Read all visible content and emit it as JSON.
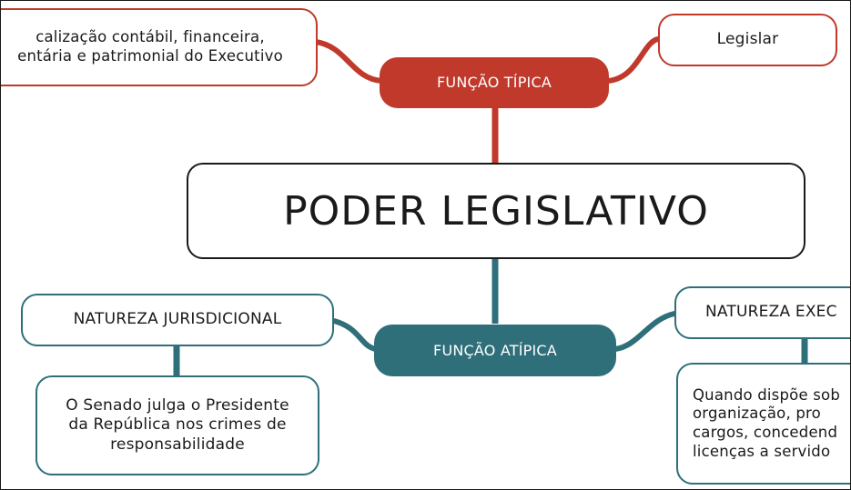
{
  "colors": {
    "tipica": "#c0392b",
    "atipica": "#2f6f7a",
    "center_border": "#1a1a1a"
  },
  "center": {
    "label": "PODER LEGISLATIVO"
  },
  "tipica": {
    "label": "FUNÇÃO TÍPICA",
    "left_box": "calização contábil, financeira,\nentária e patrimonial do Executivo",
    "right_box": "Legislar"
  },
  "atipica": {
    "label": "FUNÇÃO ATÍPICA",
    "left": {
      "header": "NATUREZA JURISDICIONAL",
      "detail": "O Senado julga o Presidente\nda República nos crimes de\nresponsabilidade"
    },
    "right": {
      "header": "NATUREZA EXEC",
      "detail": "Quando dispõe sob\norganização, pro\ncargos, concedend\nlicenças a servido"
    }
  }
}
